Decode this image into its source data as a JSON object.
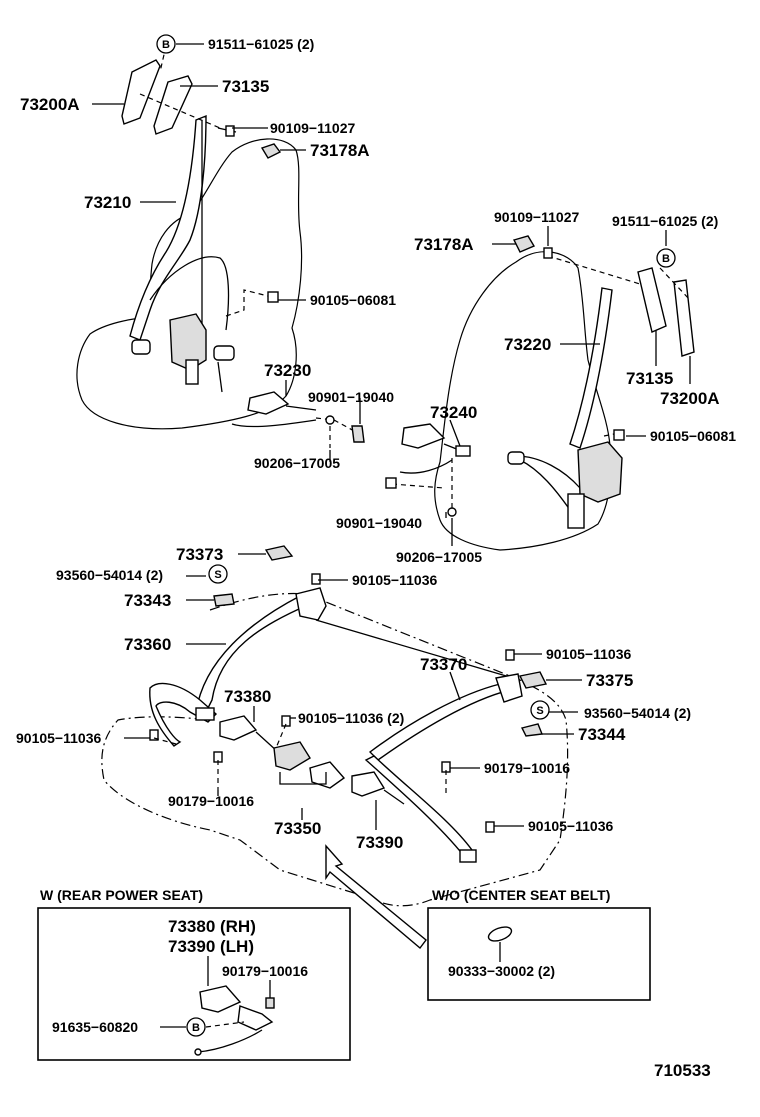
{
  "labels": {
    "p73200A_top": "73200A",
    "p73135_top": "73135",
    "p91511_top": "91511−61025 (2)",
    "p90109_top": "90109−11027",
    "p73178A_top": "73178A",
    "p73210": "73210",
    "p90105_06081_left": "90105−06081",
    "p73230": "73230",
    "p90901_top": "90901−19040",
    "p90206_left": "90206−17005",
    "p90109_right": "90109−11027",
    "p91511_right": "91511−61025 (2)",
    "p73178A_right": "73178A",
    "p73220": "73220",
    "p73135_right": "73135",
    "p73200A_right": "73200A",
    "p90105_06081_right": "90105−06081",
    "p73240": "73240",
    "p90901_bottom": "90901−19040",
    "p90206_right": "90206−17005",
    "p73373": "73373",
    "p93560_left": "93560−54014 (2)",
    "p90105_11036_a": "90105−11036",
    "p73343": "73343",
    "p73360": "73360",
    "p73370": "73370",
    "p90105_11036_b": "90105−11036",
    "p73375": "73375",
    "p93560_right": "93560−54014 (2)",
    "p73344": "73344",
    "p73380": "73380",
    "p90105_11036_2": "90105−11036 (2)",
    "p90105_11036_left": "90105−11036",
    "p90179_right": "90179−10016",
    "p90179_left": "90179−10016",
    "p73350": "73350",
    "p73390": "73390",
    "p90105_11036_c": "90105−11036",
    "box_w_title": "W (REAR  POWER  SEAT)",
    "box_w_p73380": "73380 (RH)",
    "box_w_p73390": "73390 (LH)",
    "box_w_p90179": "90179−10016",
    "box_w_p91635": "91635−60820",
    "box_wo_title": "W/O (CENTER  SEAT  BELT)",
    "box_wo_p90333": "90333−30002 (2)",
    "diagram_id": "710533"
  },
  "markers": {
    "b": "B",
    "s": "S"
  }
}
